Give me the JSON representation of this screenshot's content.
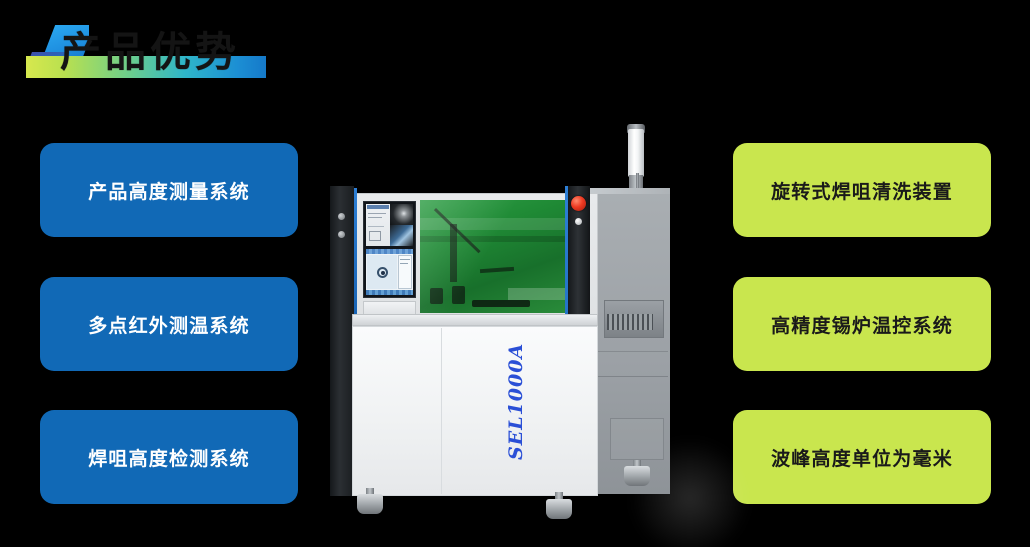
{
  "header": {
    "title": "产品优势",
    "logo_name": "company-slash-logo"
  },
  "left_cards": [
    {
      "label": "产品高度测量系统"
    },
    {
      "label": "多点红外测温系统"
    },
    {
      "label": "焊咀高度检测系统"
    }
  ],
  "right_cards": [
    {
      "label": "旋转式焊咀清洗装置"
    },
    {
      "label": "高精度锡炉温控系统"
    },
    {
      "label": "波峰高度单位为毫米"
    }
  ],
  "machine": {
    "model_label": "SEL1000A",
    "alt": "SEL1000A 选择性波峰焊接设备"
  },
  "colors": {
    "background": "#000000",
    "card_blue": "#1169b6",
    "card_green": "#c9e64e",
    "card_blue_text": "#ffffff",
    "card_green_text": "#1a1a1a",
    "title_text": "#141414",
    "model_label": "#2a4fd6",
    "gradient_bar_start": "#d7e84e",
    "gradient_bar_end": "#1579c9",
    "glass_green": "#1f8a35",
    "estop_red": "#ee3a22"
  }
}
